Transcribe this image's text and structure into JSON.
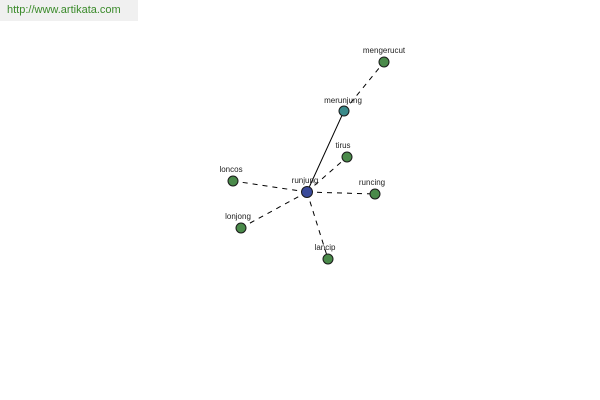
{
  "header": {
    "source_url": "http://www.artikata.com"
  },
  "graph": {
    "center": "runjung",
    "colors": {
      "center": "#3a4a9a",
      "related": "#3a8a8a",
      "leaf": "#4a8a4a"
    },
    "nodes": [
      {
        "id": "runjung",
        "label": "runjung",
        "kind": "center"
      },
      {
        "id": "merunjung",
        "label": "merunjung",
        "kind": "related"
      },
      {
        "id": "mengerucut",
        "label": "mengerucut",
        "kind": "leaf"
      },
      {
        "id": "tirus",
        "label": "tirus",
        "kind": "leaf"
      },
      {
        "id": "runcing",
        "label": "runcing",
        "kind": "leaf"
      },
      {
        "id": "lancip",
        "label": "lancip",
        "kind": "leaf"
      },
      {
        "id": "lonjong",
        "label": "lonjong",
        "kind": "leaf"
      },
      {
        "id": "loncos",
        "label": "loncos",
        "kind": "leaf"
      }
    ],
    "edges": [
      {
        "from": "runjung",
        "to": "merunjung",
        "style": "solid"
      },
      {
        "from": "merunjung",
        "to": "mengerucut",
        "style": "dashed"
      },
      {
        "from": "runjung",
        "to": "tirus",
        "style": "dashed"
      },
      {
        "from": "runjung",
        "to": "runcing",
        "style": "dashed"
      },
      {
        "from": "runjung",
        "to": "lancip",
        "style": "dashed"
      },
      {
        "from": "runjung",
        "to": "lonjong",
        "style": "dashed"
      },
      {
        "from": "runjung",
        "to": "loncos",
        "style": "dashed"
      }
    ]
  }
}
